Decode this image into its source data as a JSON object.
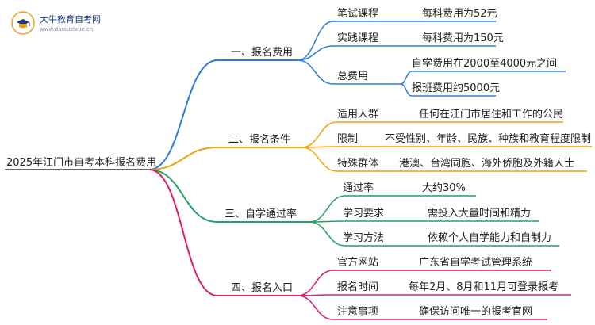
{
  "logo": {
    "name": "大牛教育自考网",
    "url": "www.daniuzixue.cn",
    "icon": "book-mortarboard-icon"
  },
  "root": {
    "label": "2025年江门市自考本科报名费用"
  },
  "branches": [
    {
      "label": "一、报名费用",
      "color": "#2a7be4",
      "children": [
        {
          "label": "笔试课程",
          "children": [
            {
              "label": "每科费用为52元"
            }
          ]
        },
        {
          "label": "实践课程",
          "children": [
            {
              "label": "每科费用为150元"
            }
          ]
        },
        {
          "label": "总费用",
          "children": [
            {
              "label": "自学费用在2000至4000元之间"
            },
            {
              "label": "报班费用约5000元"
            }
          ]
        }
      ]
    },
    {
      "label": "二、报名条件",
      "color": "#f0a30a",
      "children": [
        {
          "label": "适用人群",
          "children": [
            {
              "label": "任何在江门市居住和工作的公民"
            }
          ]
        },
        {
          "label": "限制",
          "children": [
            {
              "label": "不受性别、年龄、民族、种族和教育程度限制"
            }
          ]
        },
        {
          "label": "特殊群体",
          "children": [
            {
              "label": "港澳、台湾同胞、海外侨胞及外籍人士"
            }
          ]
        }
      ]
    },
    {
      "label": "三、自学通过率",
      "color": "#21a366",
      "children": [
        {
          "label": "通过率",
          "children": [
            {
              "label": "大约30%"
            }
          ]
        },
        {
          "label": "学习要求",
          "children": [
            {
              "label": "需投入大量时间和精力"
            }
          ]
        },
        {
          "label": "学习方法",
          "children": [
            {
              "label": "依赖个人自学能力和自制力"
            }
          ]
        }
      ]
    },
    {
      "label": "四、报名入口",
      "color": "#e01b6e",
      "children": [
        {
          "label": "官方网站",
          "children": [
            {
              "label": "广东省自学考试管理系统"
            }
          ]
        },
        {
          "label": "报名时间",
          "children": [
            {
              "label": "每年2月、8月和11月可登录报考"
            }
          ]
        },
        {
          "label": "注意事项",
          "children": [
            {
              "label": "确保访问唯一的报考官网"
            }
          ]
        }
      ]
    }
  ]
}
